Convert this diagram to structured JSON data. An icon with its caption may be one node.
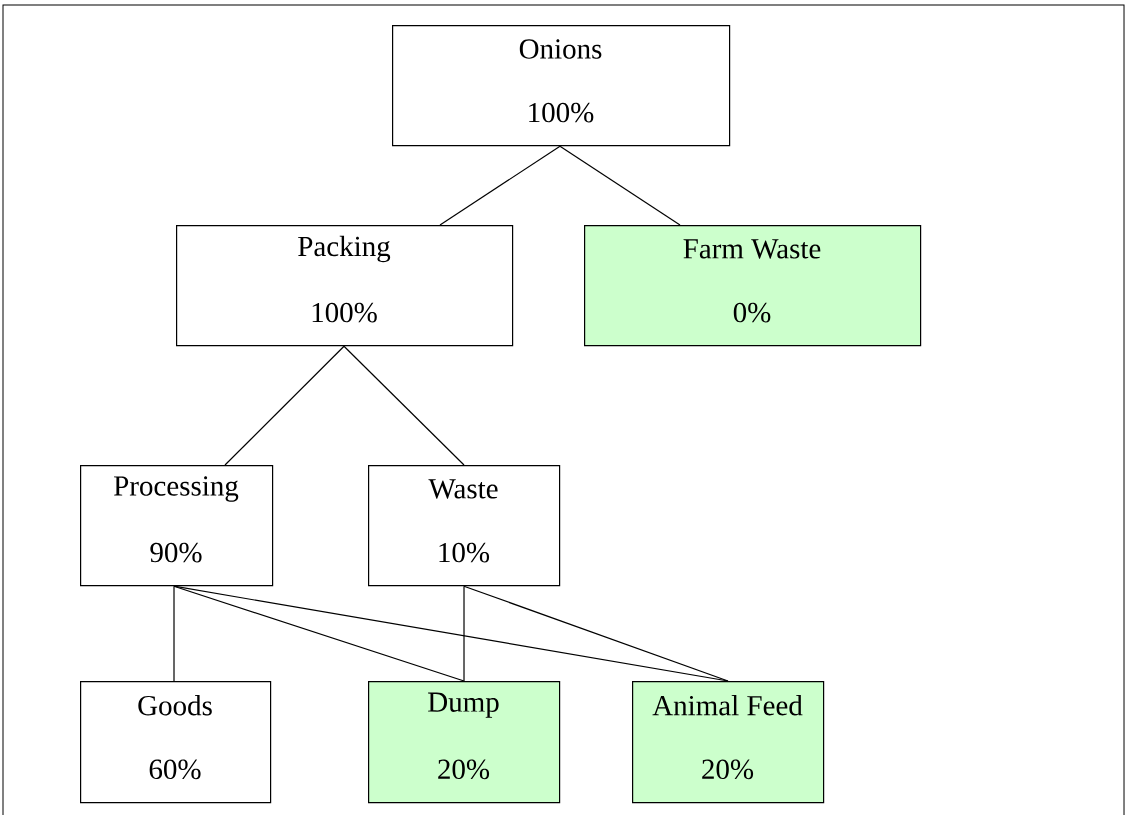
{
  "diagram": {
    "nodes": [
      {
        "text": [
          "Onions",
          "100%"
        ]
      },
      {
        "text": [
          "Packing",
          "100%"
        ]
      },
      {
        "text": [
          "Farm Waste",
          "0%"
        ]
      },
      {
        "text": [
          "Processing",
          "90%"
        ]
      },
      {
        "text": [
          "Waste",
          "10%"
        ]
      },
      {
        "text": [
          "Goods",
          "60%"
        ]
      },
      {
        "text": [
          "Dump",
          "20%"
        ]
      },
      {
        "text": [
          "Animal Feed",
          "20%"
        ]
      }
    ],
    "edges": [
      {
        "from": 0,
        "to": 1,
        "arrow": "none"
      },
      {
        "from": 0,
        "to": 2,
        "arrow": "none"
      },
      {
        "from": 1,
        "to": 3,
        "arrow": "none"
      },
      {
        "from": 1,
        "to": 4,
        "arrow": "none"
      },
      {
        "from": 3,
        "to": 5,
        "arrow": "none"
      },
      {
        "from": 3,
        "to": 6,
        "arrow": "none"
      },
      {
        "from": 3,
        "to": 7,
        "arrow": "none"
      },
      {
        "from": 4,
        "to": 6,
        "arrow": "none"
      },
      {
        "from": 4,
        "to": 7,
        "arrow": "none"
      }
    ]
  }
}
